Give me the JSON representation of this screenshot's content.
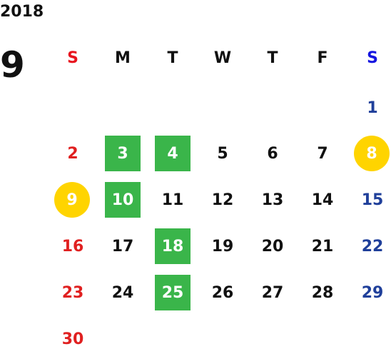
{
  "year": "2018",
  "month": "9",
  "weekdays": [
    "S",
    "M",
    "T",
    "W",
    "T",
    "F",
    "S"
  ],
  "weeks": [
    [
      "",
      "",
      "",
      "",
      "",
      "",
      "1"
    ],
    [
      "2",
      "3",
      "4",
      "5",
      "6",
      "7",
      "8"
    ],
    [
      "9",
      "10",
      "11",
      "12",
      "13",
      "14",
      "15"
    ],
    [
      "16",
      "17",
      "18",
      "19",
      "20",
      "21",
      "22"
    ],
    [
      "23",
      "24",
      "25",
      "26",
      "27",
      "28",
      "29"
    ],
    [
      "30",
      "",
      "",
      "",
      "",
      "",
      ""
    ]
  ],
  "highlights": {
    "green": [
      "3",
      "4",
      "10",
      "18",
      "25"
    ],
    "yellow": [
      "8",
      "9"
    ]
  },
  "colors": {
    "green": "#3ab54a",
    "yellow": "#ffd400",
    "sunday": "#e02020",
    "saturday": "#1f3f9a",
    "sunday_header": "#e8141e",
    "saturday_header": "#1414e0"
  }
}
